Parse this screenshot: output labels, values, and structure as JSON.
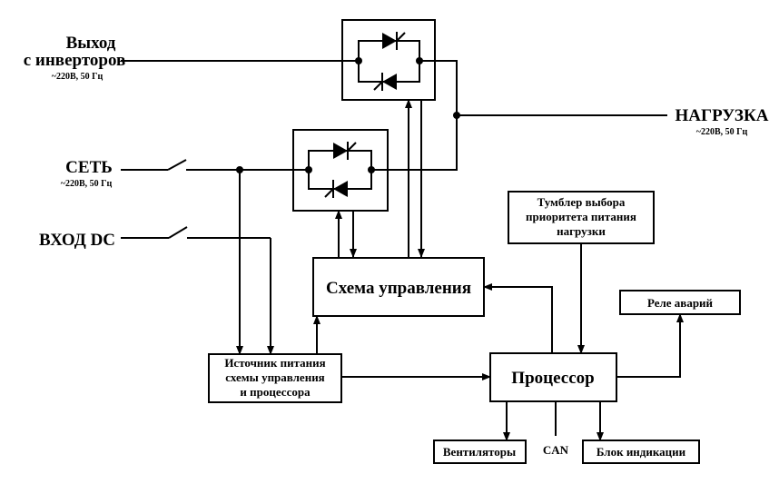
{
  "inputs": {
    "inverter_label_line1": "Выход",
    "inverter_label_line2": "с инверторов",
    "inverter_sub": "~220В, 50 Гц",
    "mains_label": "СЕТЬ",
    "mains_sub": "~220В, 50 Гц",
    "dc_label": "ВХОД DC"
  },
  "output": {
    "load_label": "НАГРУЗКА",
    "load_sub": "~220В, 50 Гц"
  },
  "blocks": {
    "control": "Схема управления",
    "processor": "Процессор",
    "power_supply_line1": "Источник питания",
    "power_supply_line2": "схемы управления",
    "power_supply_line3": "и процессора",
    "toggle_line1": "Тумблер выбора",
    "toggle_line2": "приоритета питания",
    "toggle_line3": "нагрузки",
    "alarm_relay": "Реле аварий",
    "fans": "Вентиляторы",
    "can": "CAN",
    "indication": "Блок индикации"
  }
}
